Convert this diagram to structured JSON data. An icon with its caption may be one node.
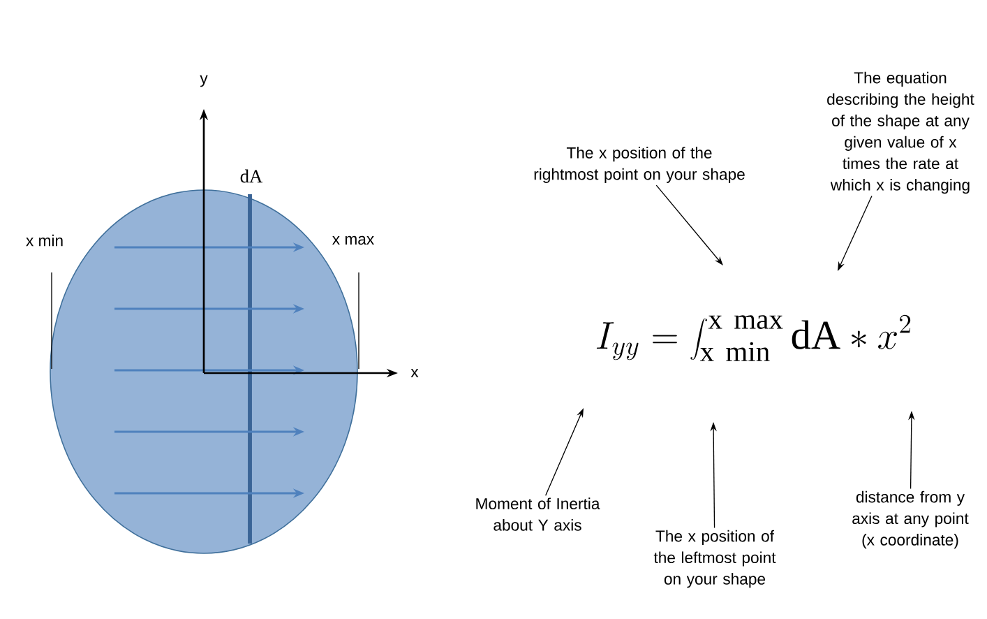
{
  "diagram": {
    "nodes": [
      {
        "text": [
          "The x position of the rightmost point on your shape"
        ]
      },
      {
        "text": [
          "The equation describing the height of the shape at any given value of x times the rate at which x is changing"
        ]
      },
      {
        "text": [
          "Moment of Inertia about Y axis"
        ]
      },
      {
        "text": [
          "The x position of the leftmost point on your shape"
        ]
      },
      {
        "text": [
          "distance from y axis at any point (x coordinate)"
        ]
      }
    ],
    "edges": [
      {
        "from": 0,
        "to": null,
        "arrow": "to"
      },
      {
        "from": 1,
        "to": null,
        "arrow": "to"
      },
      {
        "from": 2,
        "to": null,
        "arrow": "to"
      },
      {
        "from": 3,
        "to": null,
        "arrow": "to"
      },
      {
        "from": 4,
        "to": null,
        "arrow": "to"
      }
    ],
    "labels": [
      "y",
      "dA",
      "x min",
      "x max",
      "x",
      "I_{yy} = \\int_{\\mathrm{x\\ min}}^{\\mathrm{x\\ max}} \\mathrm{dA} * x^{2}"
    ]
  }
}
